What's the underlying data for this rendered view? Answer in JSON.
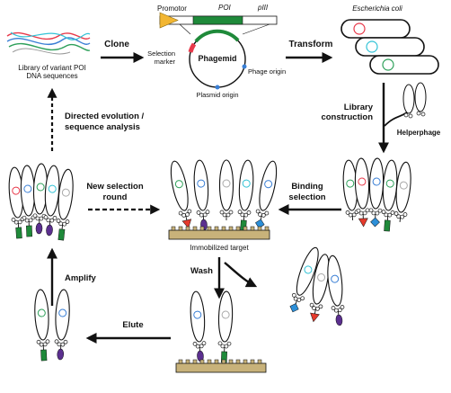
{
  "labels": {
    "library": "Library of variant POI",
    "library2": "DNA sequences",
    "clone": "Clone",
    "promotor": "Promotor",
    "poi": "POI",
    "piii": "pIII",
    "selection_marker": "Selection",
    "selection_marker2": "marker",
    "phagemid": "Phagemid",
    "phage_origin": "Phage origin",
    "plasmid_origin": "Plasmid origin",
    "transform": "Transform",
    "ecoli": "Escherichia coli",
    "library_construction": "Library",
    "library_construction2": "construction",
    "helperphage": "Helperphage",
    "directed_evolution": "Directed evolution /",
    "directed_evolution2": "sequence analysis",
    "new_selection": "New selection",
    "new_selection2": "round",
    "binding": "Binding",
    "binding2": "selection",
    "immobilized_target": "Immobilized target",
    "amplify": "Amplify",
    "wash": "Wash",
    "elute": "Elute"
  },
  "colors": {
    "dna_red": "#e8394a",
    "dna_blue": "#3a7fd5",
    "dna_green": "#2ea05a",
    "dna_cyan": "#33c3d6",
    "target_triangle": "#e53a2c",
    "target_diamond": "#2d8fd8",
    "target_oval": "#5b2f8f",
    "target_stem": "#1f8a3a",
    "surface": "#c8b27a",
    "poi_box": "#1f8a3a",
    "promotor_arrow": "#f2b632",
    "arrow": "#111111"
  }
}
